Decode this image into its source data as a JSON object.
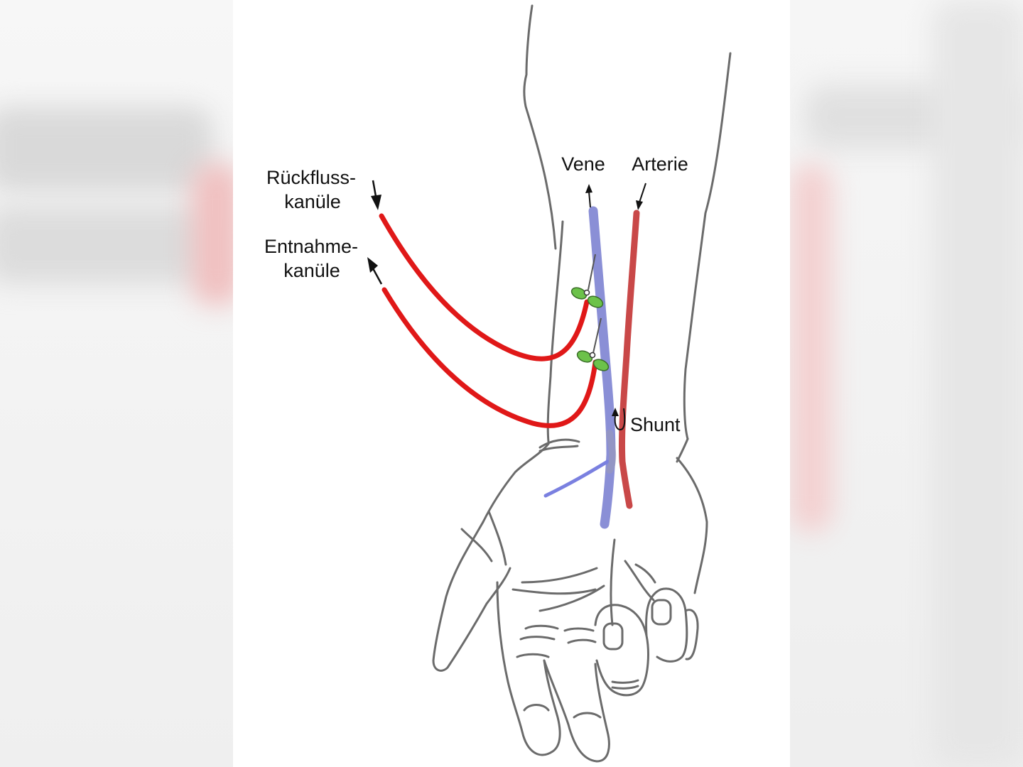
{
  "labels": {
    "return_cannula_line1": "Rückfluss-",
    "return_cannula_line2": "kanüle",
    "draw_cannula_line1": "Entnahme-",
    "draw_cannula_line2": "kanüle",
    "vein": "Vene",
    "artery": "Arterie",
    "shunt": "Shunt"
  },
  "colors": {
    "outline": "#6b6b6b",
    "tube": "#e01818",
    "vein": "#8a8fd6",
    "artery": "#c94848",
    "clamp": "#6cc24a",
    "background": "#ffffff"
  }
}
